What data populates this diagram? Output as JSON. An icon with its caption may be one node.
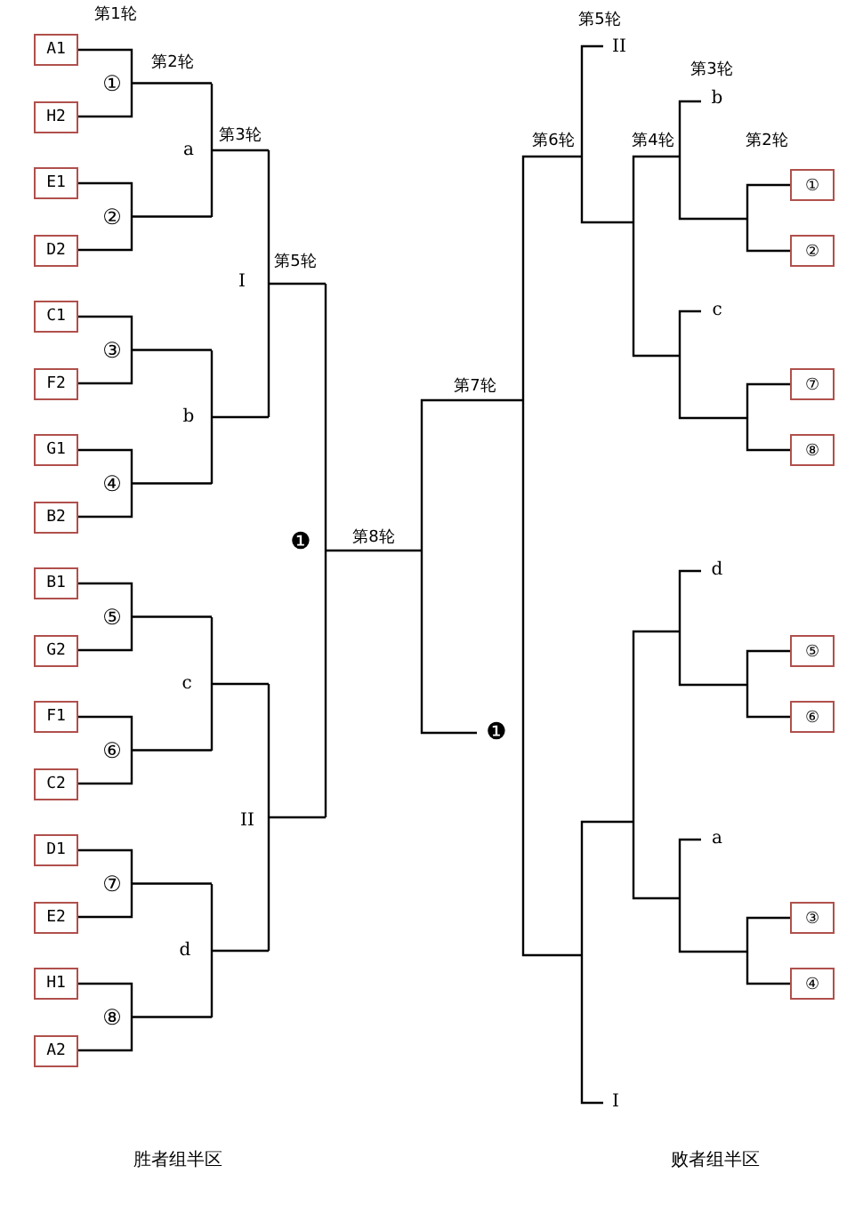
{
  "diagram": {
    "nodes": [
      {
        "text": [
          "A1"
        ]
      },
      {
        "text": [
          "H2"
        ]
      },
      {
        "text": [
          "E1"
        ]
      },
      {
        "text": [
          "D2"
        ]
      },
      {
        "text": [
          "C1"
        ]
      },
      {
        "text": [
          "F2"
        ]
      },
      {
        "text": [
          "G1"
        ]
      },
      {
        "text": [
          "B2"
        ]
      },
      {
        "text": [
          "B1"
        ]
      },
      {
        "text": [
          "G2"
        ]
      },
      {
        "text": [
          "F1"
        ]
      },
      {
        "text": [
          "C2"
        ]
      },
      {
        "text": [
          "D1"
        ]
      },
      {
        "text": [
          "E2"
        ]
      },
      {
        "text": [
          "H1"
        ]
      },
      {
        "text": [
          "A2"
        ]
      },
      {
        "text": [
          "①"
        ]
      },
      {
        "text": [
          "②"
        ]
      },
      {
        "text": [
          "⑦"
        ]
      },
      {
        "text": [
          "⑧"
        ]
      },
      {
        "text": [
          "⑤"
        ]
      },
      {
        "text": [
          "⑥"
        ]
      },
      {
        "text": [
          "③"
        ]
      },
      {
        "text": [
          "④"
        ]
      }
    ],
    "labels": [
      "第1轮",
      "第2轮",
      "第5轮",
      "II",
      "第3轮",
      "①",
      "b",
      "第3轮",
      "第6轮",
      "第4轮",
      "第2轮",
      "a",
      "②",
      "第5轮",
      "I",
      "c",
      "③",
      "第7轮",
      "b",
      "④",
      "❶",
      "第8轮",
      "d",
      "⑤",
      "c",
      "❶",
      "⑥",
      "II",
      "a",
      "⑦",
      "d",
      "⑧",
      "I",
      "胜者组半区",
      "败者组半区"
    ]
  }
}
